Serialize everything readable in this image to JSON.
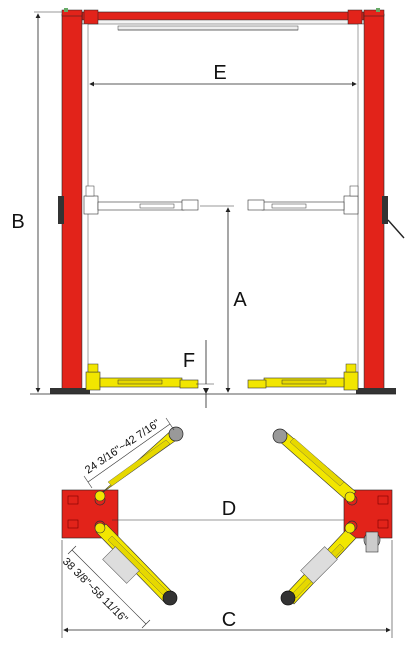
{
  "diagram": {
    "labels": {
      "A": "A",
      "B": "B",
      "C": "C",
      "D": "D",
      "E": "E",
      "F": "F"
    },
    "arm_dims": {
      "short_arm": "24 3/16\"~42 7/16\"",
      "long_arm": "38 3/8\"~58 11/16\""
    },
    "colors": {
      "column_red": "#e2231a",
      "arm_yellow": "#f2e600",
      "pad_dark": "#333333",
      "line": "#222222"
    }
  }
}
